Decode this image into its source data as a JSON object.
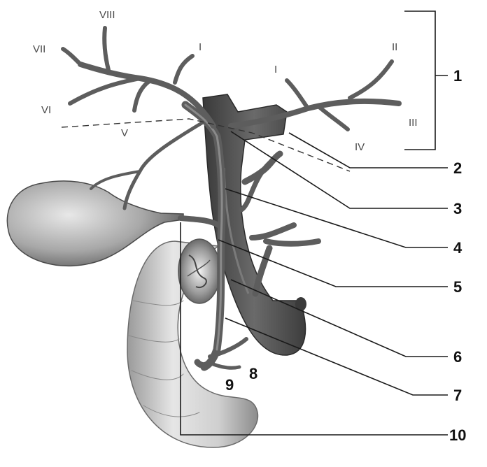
{
  "diagram": {
    "segment_labels": {
      "viii": "VIII",
      "vii": "VII",
      "i_left": "I",
      "vi": "VI",
      "v": "V",
      "i_right": "I",
      "ii": "II",
      "iii": "III",
      "iv": "IV"
    },
    "callouts": [
      "1",
      "2",
      "3",
      "4",
      "5",
      "6",
      "7",
      "8",
      "9",
      "10"
    ]
  }
}
